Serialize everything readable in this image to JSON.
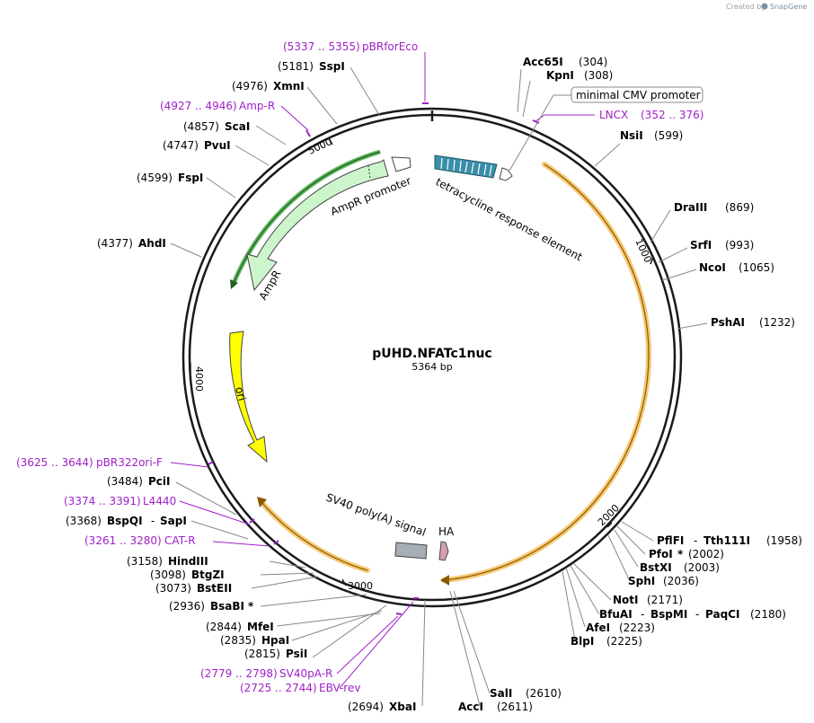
{
  "watermark": {
    "created_by": "Created by",
    "brand": "SnapGene"
  },
  "plasmid": {
    "name": "pUHD.NFATc1nuc",
    "length": "5364 bp"
  },
  "ticks": [
    "1000",
    "2000",
    "3000",
    "4000",
    "5000"
  ],
  "features": {
    "amp_promoter": "AmpR promoter",
    "ampr": "AmpR",
    "ori": "ori",
    "tre": "tetracycline response element",
    "cmv": "minimal CMV promoter",
    "sv40pa": "SV40 poly(A) signal",
    "ha": "HA"
  },
  "sites": {
    "acc65i": {
      "name": "Acc65I",
      "pos": "(304)"
    },
    "kpni": {
      "name": "KpnI",
      "pos": "(308)"
    },
    "nsii": {
      "name": "NsiI",
      "pos": "(599)"
    },
    "draiii": {
      "name": "DraIII",
      "pos": "(869)"
    },
    "srfi": {
      "name": "SrfI",
      "pos": "(993)"
    },
    "ncoi": {
      "name": "NcoI",
      "pos": "(1065)"
    },
    "pshai": {
      "name": "PshAI",
      "pos": "(1232)"
    },
    "pflfi": {
      "name": "PflFI",
      "sep": "-",
      "name2": "Tth111I",
      "pos": "(1958)"
    },
    "pfoi": {
      "name": "PfoI",
      "star": "*",
      "pos": "(2002)"
    },
    "bstxi": {
      "name": "BstXI",
      "pos": "(2003)"
    },
    "sphi": {
      "name": "SphI",
      "pos": "(2036)"
    },
    "noti": {
      "name": "NotI",
      "pos": "(2171)"
    },
    "bfuai": {
      "name": "BfuAI",
      "sep": "-",
      "name2": "BspMI",
      "sep2": "-",
      "name3": "PaqCI",
      "pos": "(2180)"
    },
    "afei": {
      "name": "AfeI",
      "pos": "(2223)"
    },
    "blpi": {
      "name": "BlpI",
      "pos": "(2225)"
    },
    "sali": {
      "name": "SalI",
      "pos": "(2610)"
    },
    "acci": {
      "name": "AccI",
      "pos": "(2611)"
    },
    "xbai": {
      "name": "XbaI",
      "pos": "(2694)"
    },
    "psii": {
      "name": "PsiI",
      "pos": "(2815)"
    },
    "hpai": {
      "name": "HpaI",
      "pos": "(2835)"
    },
    "mfei": {
      "name": "MfeI",
      "pos": "(2844)"
    },
    "bsabi": {
      "name": "BsaBI",
      "star": "*",
      "pos": "(2936)"
    },
    "bsteii": {
      "name": "BstEII",
      "pos": "(3073)"
    },
    "btgzi": {
      "name": "BtgZI",
      "pos": "(3098)"
    },
    "hindiii": {
      "name": "HindIII",
      "pos": "(3158)"
    },
    "bspqi": {
      "name": "BspQI",
      "sep": "-",
      "name2": "SapI",
      "pos": "(3368)"
    },
    "pcii": {
      "name": "PciI",
      "pos": "(3484)"
    },
    "ahdi": {
      "name": "AhdI",
      "pos": "(4377)"
    },
    "fspi": {
      "name": "FspI",
      "pos": "(4599)"
    },
    "pvui": {
      "name": "PvuI",
      "pos": "(4747)"
    },
    "scai": {
      "name": "ScaI",
      "pos": "(4857)"
    },
    "xmni": {
      "name": "XmnI",
      "pos": "(4976)"
    },
    "sspi": {
      "name": "SspI",
      "pos": "(5181)"
    }
  },
  "primers": {
    "pbrforeco": {
      "range": "(5337 .. 5355)",
      "name": "pBRforEco"
    },
    "lncx": {
      "name": "LNCX",
      "range": "(352 .. 376)"
    },
    "ampr_primer": {
      "range": "(4927 .. 4946)",
      "name": "Amp-R"
    },
    "pbr322ori": {
      "range": "(3625 .. 3644)",
      "name": "pBR322ori-F"
    },
    "l4440": {
      "range": "(3374 .. 3391)",
      "name": "L4440"
    },
    "catr": {
      "range": "(3261 .. 3280)",
      "name": "CAT-R"
    },
    "sv40par": {
      "range": "(2779 .. 2798)",
      "name": "SV40pA-R"
    },
    "ebvrev": {
      "range": "(2725 .. 2744)",
      "name": "EBV-rev"
    }
  },
  "colors": {
    "backbone": "#1a1a1a",
    "primer": "#a020c8",
    "orange_feature": "#f7c873",
    "amp_fill": "#ccf5cc",
    "amp_edge": "#2f8f2f",
    "ori_fill": "#ffff00",
    "tre_fill": "#3a8fa8",
    "sv40_fill": "#a8aeb5",
    "ha_fill": "#d4a0b0"
  }
}
